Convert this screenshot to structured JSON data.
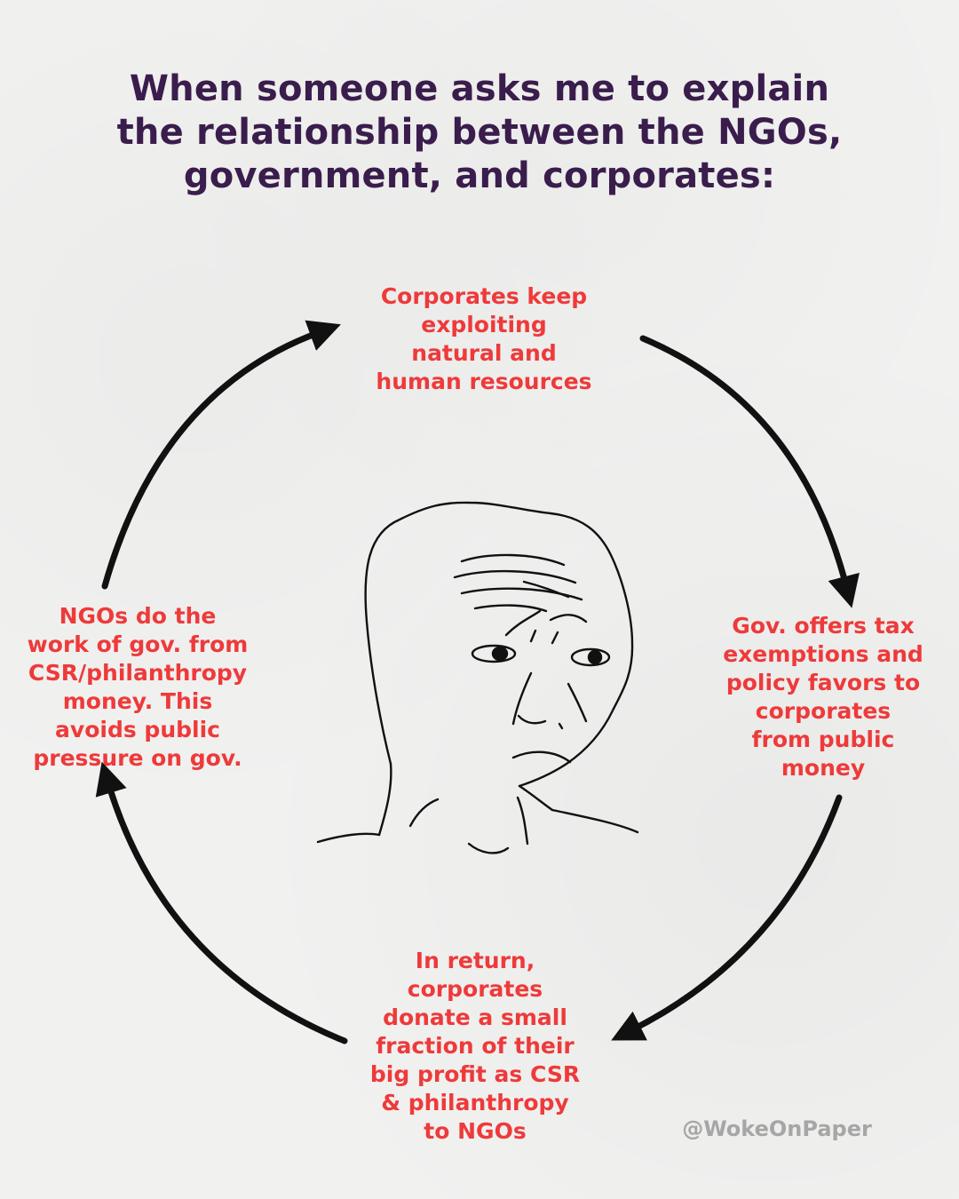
{
  "title_lines": [
    "When someone asks me to explain",
    "the relationship between the NGOs,",
    "government, and corporates:"
  ],
  "cycle": {
    "steps": [
      {
        "id": "top",
        "lines": [
          "Corporates keep",
          "exploiting",
          "natural and",
          "human resources"
        ]
      },
      {
        "id": "right",
        "lines": [
          "Gov. offers tax",
          "exemptions and",
          "policy favors to",
          "corporates",
          "from public",
          "money"
        ]
      },
      {
        "id": "bottom",
        "lines": [
          "In return,",
          "corporates",
          "donate a small",
          "fraction of their",
          "big profit as CSR",
          "& philanthropy",
          "to NGOs"
        ]
      },
      {
        "id": "left",
        "lines": [
          "NGOs do the",
          "work of gov. from",
          "CSR/philanthropy",
          "money. This",
          "avoids public",
          "pressure on gov."
        ]
      }
    ]
  },
  "center_image": {
    "icon": "sad-wojak-face-icon"
  },
  "credit": "@WokeOnPaper",
  "colors": {
    "background": "#f1f1f0",
    "title": "#3a1d4c",
    "step_text": "#ee3a3a",
    "arrow": "#111111",
    "credit": "#a6a6a6"
  }
}
